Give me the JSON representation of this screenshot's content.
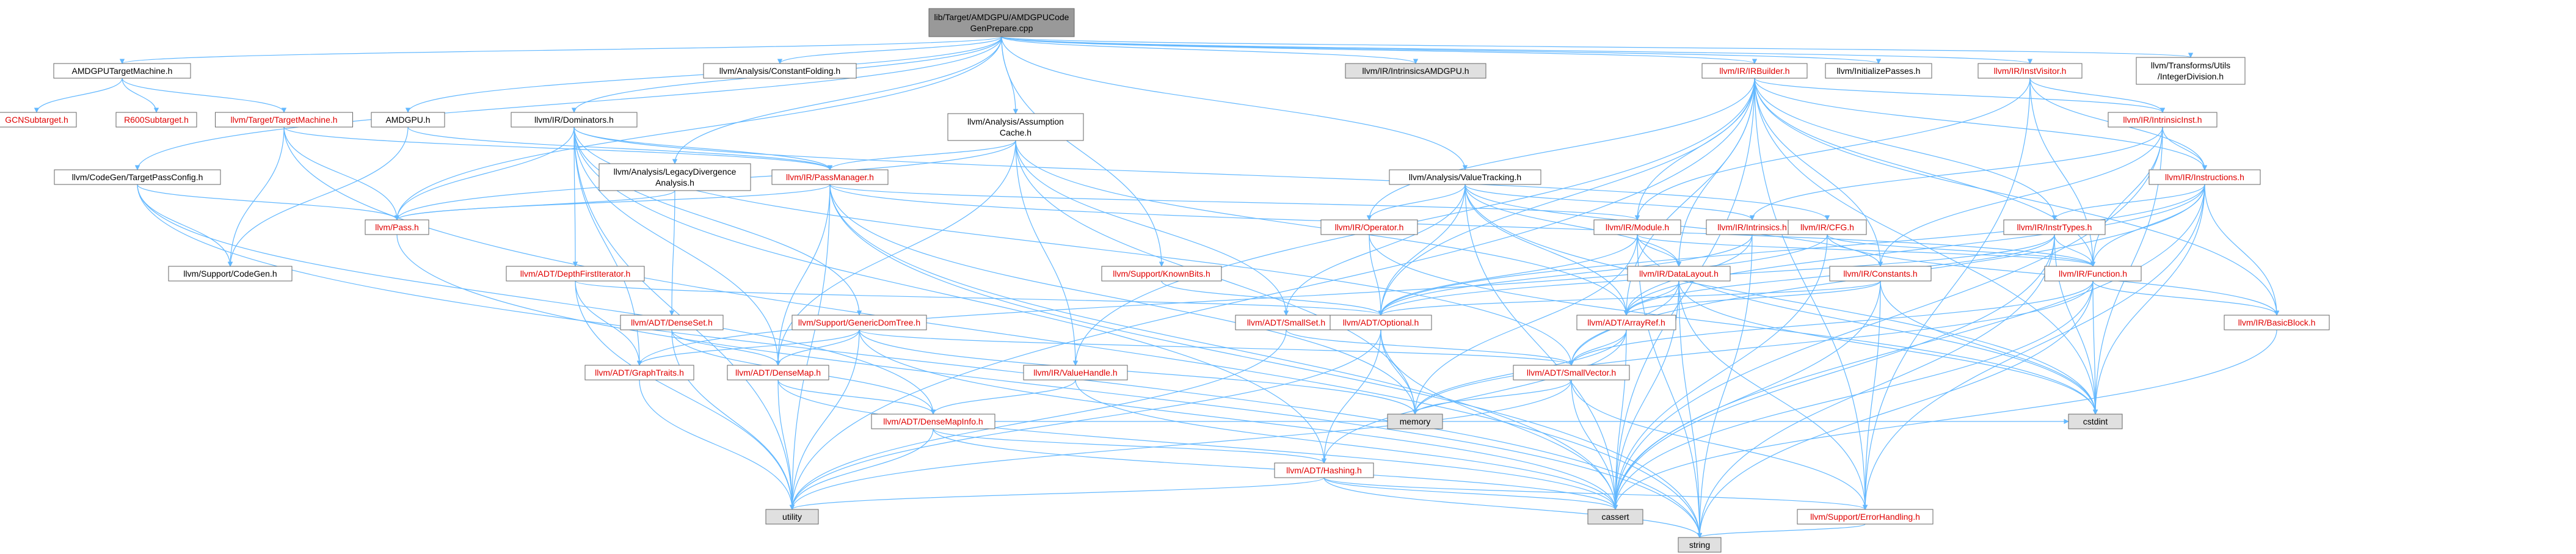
{
  "colors": {
    "root_fill": "#999999",
    "node_fill": "#ffffff",
    "node_border": "#666666",
    "linked_text": "#e00000",
    "plain_text": "#000000",
    "system_fill": "#e0e0e0",
    "edge": "#63b8ff"
  },
  "nodes": [
    {
      "id": "root",
      "lines": [
        "lib/Target/AMDGPU/AMDGPUCode",
        "GenPrepare.cpp"
      ],
      "kind": "root"
    },
    {
      "id": "amdgputm",
      "lines": [
        "AMDGPUTargetMachine.h"
      ],
      "kind": "plain"
    },
    {
      "id": "gcnsub",
      "lines": [
        "GCNSubtarget.h"
      ],
      "kind": "red"
    },
    {
      "id": "r600sub",
      "lines": [
        "R600Subtarget.h"
      ],
      "kind": "red"
    },
    {
      "id": "targettm",
      "lines": [
        "llvm/Target/TargetMachine.h"
      ],
      "kind": "red"
    },
    {
      "id": "amdgpuh",
      "lines": [
        "AMDGPU.h"
      ],
      "kind": "plain"
    },
    {
      "id": "cgtpc",
      "lines": [
        "llvm/CodeGen/TargetPassConfig.h"
      ],
      "kind": "plain"
    },
    {
      "id": "dominators",
      "lines": [
        "llvm/IR/Dominators.h"
      ],
      "kind": "plain"
    },
    {
      "id": "constfold",
      "lines": [
        "llvm/Analysis/ConstantFolding.h"
      ],
      "kind": "plain"
    },
    {
      "id": "assumption",
      "lines": [
        "llvm/Analysis/Assumption",
        "Cache.h"
      ],
      "kind": "plain"
    },
    {
      "id": "intrinsicsamd",
      "lines": [
        "llvm/IR/IntrinsicsAMDGPU.h"
      ],
      "kind": "gray"
    },
    {
      "id": "irbuilder",
      "lines": [
        "llvm/IR/IRBuilder.h"
      ],
      "kind": "red"
    },
    {
      "id": "initpasses",
      "lines": [
        "llvm/InitializePasses.h"
      ],
      "kind": "plain"
    },
    {
      "id": "instvisitor",
      "lines": [
        "llvm/IR/InstVisitor.h"
      ],
      "kind": "red"
    },
    {
      "id": "intdiv",
      "lines": [
        "llvm/Transforms/Utils",
        "/IntegerDivision.h"
      ],
      "kind": "plain"
    },
    {
      "id": "legacydiv",
      "lines": [
        "llvm/Analysis/LegacyDivergence",
        "Analysis.h"
      ],
      "kind": "plain"
    },
    {
      "id": "passmanager",
      "lines": [
        "llvm/IR/PassManager.h"
      ],
      "kind": "red"
    },
    {
      "id": "valuetracking",
      "lines": [
        "llvm/Analysis/ValueTracking.h"
      ],
      "kind": "plain"
    },
    {
      "id": "intrinsicinst",
      "lines": [
        "llvm/IR/IntrinsicInst.h"
      ],
      "kind": "red"
    },
    {
      "id": "instructions",
      "lines": [
        "llvm/IR/Instructions.h"
      ],
      "kind": "red"
    },
    {
      "id": "pass",
      "lines": [
        "llvm/Pass.h"
      ],
      "kind": "red"
    },
    {
      "id": "codegen",
      "lines": [
        "llvm/Support/CodeGen.h"
      ],
      "kind": "plain"
    },
    {
      "id": "dfiter",
      "lines": [
        "llvm/ADT/DepthFirstIterator.h"
      ],
      "kind": "red"
    },
    {
      "id": "knownbits",
      "lines": [
        "llvm/Support/KnownBits.h"
      ],
      "kind": "red"
    },
    {
      "id": "operator",
      "lines": [
        "llvm/IR/Operator.h"
      ],
      "kind": "red"
    },
    {
      "id": "module",
      "lines": [
        "llvm/IR/Module.h"
      ],
      "kind": "red"
    },
    {
      "id": "intrinsics",
      "lines": [
        "llvm/IR/Intrinsics.h"
      ],
      "kind": "red"
    },
    {
      "id": "cfg",
      "lines": [
        "llvm/IR/CFG.h"
      ],
      "kind": "red"
    },
    {
      "id": "insttypes",
      "lines": [
        "llvm/IR/InstrTypes.h"
      ],
      "kind": "red"
    },
    {
      "id": "datalayout",
      "lines": [
        "llvm/IR/DataLayout.h"
      ],
      "kind": "red"
    },
    {
      "id": "constants",
      "lines": [
        "llvm/IR/Constants.h"
      ],
      "kind": "red"
    },
    {
      "id": "function",
      "lines": [
        "llvm/IR/Function.h"
      ],
      "kind": "red"
    },
    {
      "id": "denseset",
      "lines": [
        "llvm/ADT/DenseSet.h"
      ],
      "kind": "red"
    },
    {
      "id": "gendomtree",
      "lines": [
        "llvm/Support/GenericDomTree.h"
      ],
      "kind": "red"
    },
    {
      "id": "smallset",
      "lines": [
        "llvm/ADT/SmallSet.h"
      ],
      "kind": "red"
    },
    {
      "id": "optional",
      "lines": [
        "llvm/ADT/Optional.h"
      ],
      "kind": "red"
    },
    {
      "id": "arrayref",
      "lines": [
        "llvm/ADT/ArrayRef.h"
      ],
      "kind": "red"
    },
    {
      "id": "basicblock",
      "lines": [
        "llvm/IR/BasicBlock.h"
      ],
      "kind": "red"
    },
    {
      "id": "graphtraits",
      "lines": [
        "llvm/ADT/GraphTraits.h"
      ],
      "kind": "red"
    },
    {
      "id": "densemap",
      "lines": [
        "llvm/ADT/DenseMap.h"
      ],
      "kind": "red"
    },
    {
      "id": "valuehandle",
      "lines": [
        "llvm/IR/ValueHandle.h"
      ],
      "kind": "red"
    },
    {
      "id": "smallvector",
      "lines": [
        "llvm/ADT/SmallVector.h"
      ],
      "kind": "red"
    },
    {
      "id": "memory",
      "lines": [
        "memory"
      ],
      "kind": "gray"
    },
    {
      "id": "densemapinfo",
      "lines": [
        "llvm/ADT/DenseMapInfo.h"
      ],
      "kind": "red"
    },
    {
      "id": "cstdint",
      "lines": [
        "cstdint"
      ],
      "kind": "gray"
    },
    {
      "id": "hashing",
      "lines": [
        "llvm/ADT/Hashing.h"
      ],
      "kind": "red"
    },
    {
      "id": "utility",
      "lines": [
        "utility"
      ],
      "kind": "gray"
    },
    {
      "id": "cassert",
      "lines": [
        "cassert"
      ],
      "kind": "gray"
    },
    {
      "id": "errorhandling",
      "lines": [
        "llvm/Support/ErrorHandling.h"
      ],
      "kind": "red"
    },
    {
      "id": "string",
      "lines": [
        "string"
      ],
      "kind": "gray"
    }
  ],
  "edges": [
    [
      "root",
      "amdgputm"
    ],
    [
      "root",
      "amdgpuh"
    ],
    [
      "root",
      "cgtpc"
    ],
    [
      "root",
      "dominators"
    ],
    [
      "root",
      "constfold"
    ],
    [
      "root",
      "assumption"
    ],
    [
      "root",
      "intrinsicsamd"
    ],
    [
      "root",
      "irbuilder"
    ],
    [
      "root",
      "initpasses"
    ],
    [
      "root",
      "instvisitor"
    ],
    [
      "root",
      "intdiv"
    ],
    [
      "root",
      "legacydiv"
    ],
    [
      "root",
      "valuetracking"
    ],
    [
      "root",
      "pass"
    ],
    [
      "root",
      "knownbits"
    ],
    [
      "amdgputm",
      "gcnsub"
    ],
    [
      "amdgputm",
      "r600sub"
    ],
    [
      "amdgputm",
      "targettm"
    ],
    [
      "targettm",
      "pass"
    ],
    [
      "targettm",
      "codegen"
    ],
    [
      "targettm",
      "string"
    ],
    [
      "targettm",
      "passmanager"
    ],
    [
      "amdgpuh",
      "codegen"
    ],
    [
      "amdgpuh",
      "passmanager"
    ],
    [
      "cgtpc",
      "pass"
    ],
    [
      "cgtpc",
      "codegen"
    ],
    [
      "cgtpc",
      "string"
    ],
    [
      "cgtpc",
      "densemapinfo"
    ],
    [
      "dominators",
      "dfiter"
    ],
    [
      "dominators",
      "graphtraits"
    ],
    [
      "dominators",
      "gendomtree"
    ],
    [
      "dominators",
      "pass"
    ],
    [
      "dominators",
      "passmanager"
    ],
    [
      "dominators",
      "cfg"
    ],
    [
      "dominators",
      "utility"
    ],
    [
      "dominators",
      "hashing"
    ],
    [
      "dominators",
      "densemap"
    ],
    [
      "dominators",
      "smallvector"
    ],
    [
      "assumption",
      "passmanager"
    ],
    [
      "assumption",
      "valuehandle"
    ],
    [
      "assumption",
      "densemap"
    ],
    [
      "assumption",
      "pass"
    ],
    [
      "assumption",
      "memory"
    ],
    [
      "assumption",
      "arrayref"
    ],
    [
      "assumption",
      "smallset"
    ],
    [
      "irbuilder",
      "intrinsicinst"
    ],
    [
      "irbuilder",
      "instructions"
    ],
    [
      "irbuilder",
      "module"
    ],
    [
      "irbuilder",
      "constants"
    ],
    [
      "irbuilder",
      "datalayout"
    ],
    [
      "irbuilder",
      "function"
    ],
    [
      "irbuilder",
      "basicblock"
    ],
    [
      "irbuilder",
      "arrayref"
    ],
    [
      "irbuilder",
      "cstdint"
    ],
    [
      "irbuilder",
      "cassert"
    ],
    [
      "irbuilder",
      "operator"
    ],
    [
      "irbuilder",
      "valuehandle"
    ],
    [
      "irbuilder",
      "insttypes"
    ],
    [
      "irbuilder",
      "errorhandling"
    ],
    [
      "irbuilder",
      "utility"
    ],
    [
      "irbuilder",
      "optional"
    ],
    [
      "instvisitor",
      "intrinsicinst"
    ],
    [
      "instvisitor",
      "instructions"
    ],
    [
      "instvisitor",
      "function"
    ],
    [
      "instvisitor",
      "module"
    ],
    [
      "instvisitor",
      "errorhandling"
    ],
    [
      "legacydiv",
      "pass"
    ],
    [
      "legacydiv",
      "denseset"
    ],
    [
      "passmanager",
      "module"
    ],
    [
      "passmanager",
      "function"
    ],
    [
      "passmanager",
      "densemap"
    ],
    [
      "passmanager",
      "cassert"
    ],
    [
      "passmanager",
      "memory"
    ],
    [
      "passmanager",
      "string"
    ],
    [
      "passmanager",
      "utility"
    ],
    [
      "passmanager",
      "pass"
    ],
    [
      "valuetracking",
      "intrinsics"
    ],
    [
      "valuetracking",
      "instrtypes"
    ],
    [
      "valuetracking",
      "datalayout"
    ],
    [
      "valuetracking",
      "optional"
    ],
    [
      "valuetracking",
      "arrayref"
    ],
    [
      "valuetracking",
      "smallset"
    ],
    [
      "valuetracking",
      "operator"
    ],
    [
      "valuetracking",
      "constants"
    ],
    [
      "valuetracking",
      "cassert"
    ],
    [
      "valuetracking",
      "cstdint"
    ],
    [
      "intrinsicinst",
      "instructions"
    ],
    [
      "intrinsicinst",
      "function"
    ],
    [
      "intrinsicinst",
      "intrinsics"
    ],
    [
      "intrinsicinst",
      "constants"
    ],
    [
      "intrinsicinst",
      "cassert"
    ],
    [
      "intrinsicinst",
      "cstdint"
    ],
    [
      "instructions",
      "insttypes"
    ],
    [
      "instructions",
      "function"
    ],
    [
      "instructions",
      "basicblock"
    ],
    [
      "instructions",
      "arrayref"
    ],
    [
      "instructions",
      "cassert"
    ],
    [
      "instructions",
      "cstdint"
    ],
    [
      "instructions",
      "errorhandling"
    ],
    [
      "instructions",
      "optional"
    ],
    [
      "instructions",
      "smallvector"
    ],
    [
      "pass",
      "string"
    ],
    [
      "dfiter",
      "graphtraits"
    ],
    [
      "dfiter",
      "optional"
    ],
    [
      "dfiter",
      "utility"
    ],
    [
      "knownbits",
      "optional"
    ],
    [
      "operator",
      "optional"
    ],
    [
      "operator",
      "cstdint"
    ],
    [
      "module",
      "datalayout"
    ],
    [
      "module",
      "function"
    ],
    [
      "module",
      "string"
    ],
    [
      "module",
      "memory"
    ],
    [
      "module",
      "optional"
    ],
    [
      "module",
      "cstdint"
    ],
    [
      "intrinsics",
      "optional"
    ],
    [
      "intrinsics",
      "arrayref"
    ],
    [
      "intrinsics",
      "string"
    ],
    [
      "cfg",
      "function"
    ],
    [
      "cfg",
      "graphtraits"
    ],
    [
      "cfg",
      "cassert"
    ],
    [
      "cfg",
      "basicblock"
    ],
    [
      "insttypes",
      "function"
    ],
    [
      "insttypes",
      "optional"
    ],
    [
      "insttypes",
      "arrayref"
    ],
    [
      "insttypes",
      "cassert"
    ],
    [
      "insttypes",
      "string"
    ],
    [
      "insttypes",
      "cstdint"
    ],
    [
      "datalayout",
      "arrayref"
    ],
    [
      "datalayout",
      "smallvector"
    ],
    [
      "datalayout",
      "errorhandling"
    ],
    [
      "datalayout",
      "cassert"
    ],
    [
      "datalayout",
      "cstdint"
    ],
    [
      "datalayout",
      "string"
    ],
    [
      "constants",
      "arrayref"
    ],
    [
      "constants",
      "optional"
    ],
    [
      "constants",
      "cassert"
    ],
    [
      "constants",
      "cstdint"
    ],
    [
      "constants",
      "errorhandling"
    ],
    [
      "function",
      "basicblock"
    ],
    [
      "function",
      "cassert"
    ],
    [
      "function",
      "cstdint"
    ],
    [
      "function",
      "memory"
    ],
    [
      "function",
      "string"
    ],
    [
      "function",
      "smallvector"
    ],
    [
      "denseset",
      "densemap"
    ],
    [
      "denseset",
      "densemapinfo"
    ],
    [
      "denseset",
      "utility"
    ],
    [
      "gendomtree",
      "densemap"
    ],
    [
      "gendomtree",
      "graphtraits"
    ],
    [
      "gendomtree",
      "smallvector"
    ],
    [
      "gendomtree",
      "cassert"
    ],
    [
      "gendomtree",
      "memory"
    ],
    [
      "gendomtree",
      "utility"
    ],
    [
      "smallset",
      "smallvector"
    ],
    [
      "smallset",
      "utility"
    ],
    [
      "optional",
      "hashing"
    ],
    [
      "optional",
      "cassert"
    ],
    [
      "optional",
      "memory"
    ],
    [
      "optional",
      "utility"
    ],
    [
      "arrayref",
      "hashing"
    ],
    [
      "arrayref",
      "smallvector"
    ],
    [
      "arrayref",
      "cassert"
    ],
    [
      "arrayref",
      "memory"
    ],
    [
      "basicblock",
      "cassert"
    ],
    [
      "graphtraits",
      "utility"
    ],
    [
      "densemap",
      "densemapinfo"
    ],
    [
      "densemap",
      "utility"
    ],
    [
      "densemap",
      "cassert"
    ],
    [
      "valuehandle",
      "densemapinfo"
    ],
    [
      "valuehandle",
      "cassert"
    ],
    [
      "smallvector",
      "errorhandling"
    ],
    [
      "smallvector",
      "cassert"
    ],
    [
      "smallvector",
      "memory"
    ],
    [
      "smallvector",
      "utility"
    ],
    [
      "densemapinfo",
      "hashing"
    ],
    [
      "densemapinfo",
      "cassert"
    ],
    [
      "densemapinfo",
      "utility"
    ],
    [
      "densemapinfo",
      "cstdint"
    ],
    [
      "hashing",
      "errorhandling"
    ],
    [
      "hashing",
      "cassert"
    ],
    [
      "hashing",
      "string"
    ],
    [
      "hashing",
      "utility"
    ],
    [
      "errorhandling",
      "string"
    ]
  ]
}
